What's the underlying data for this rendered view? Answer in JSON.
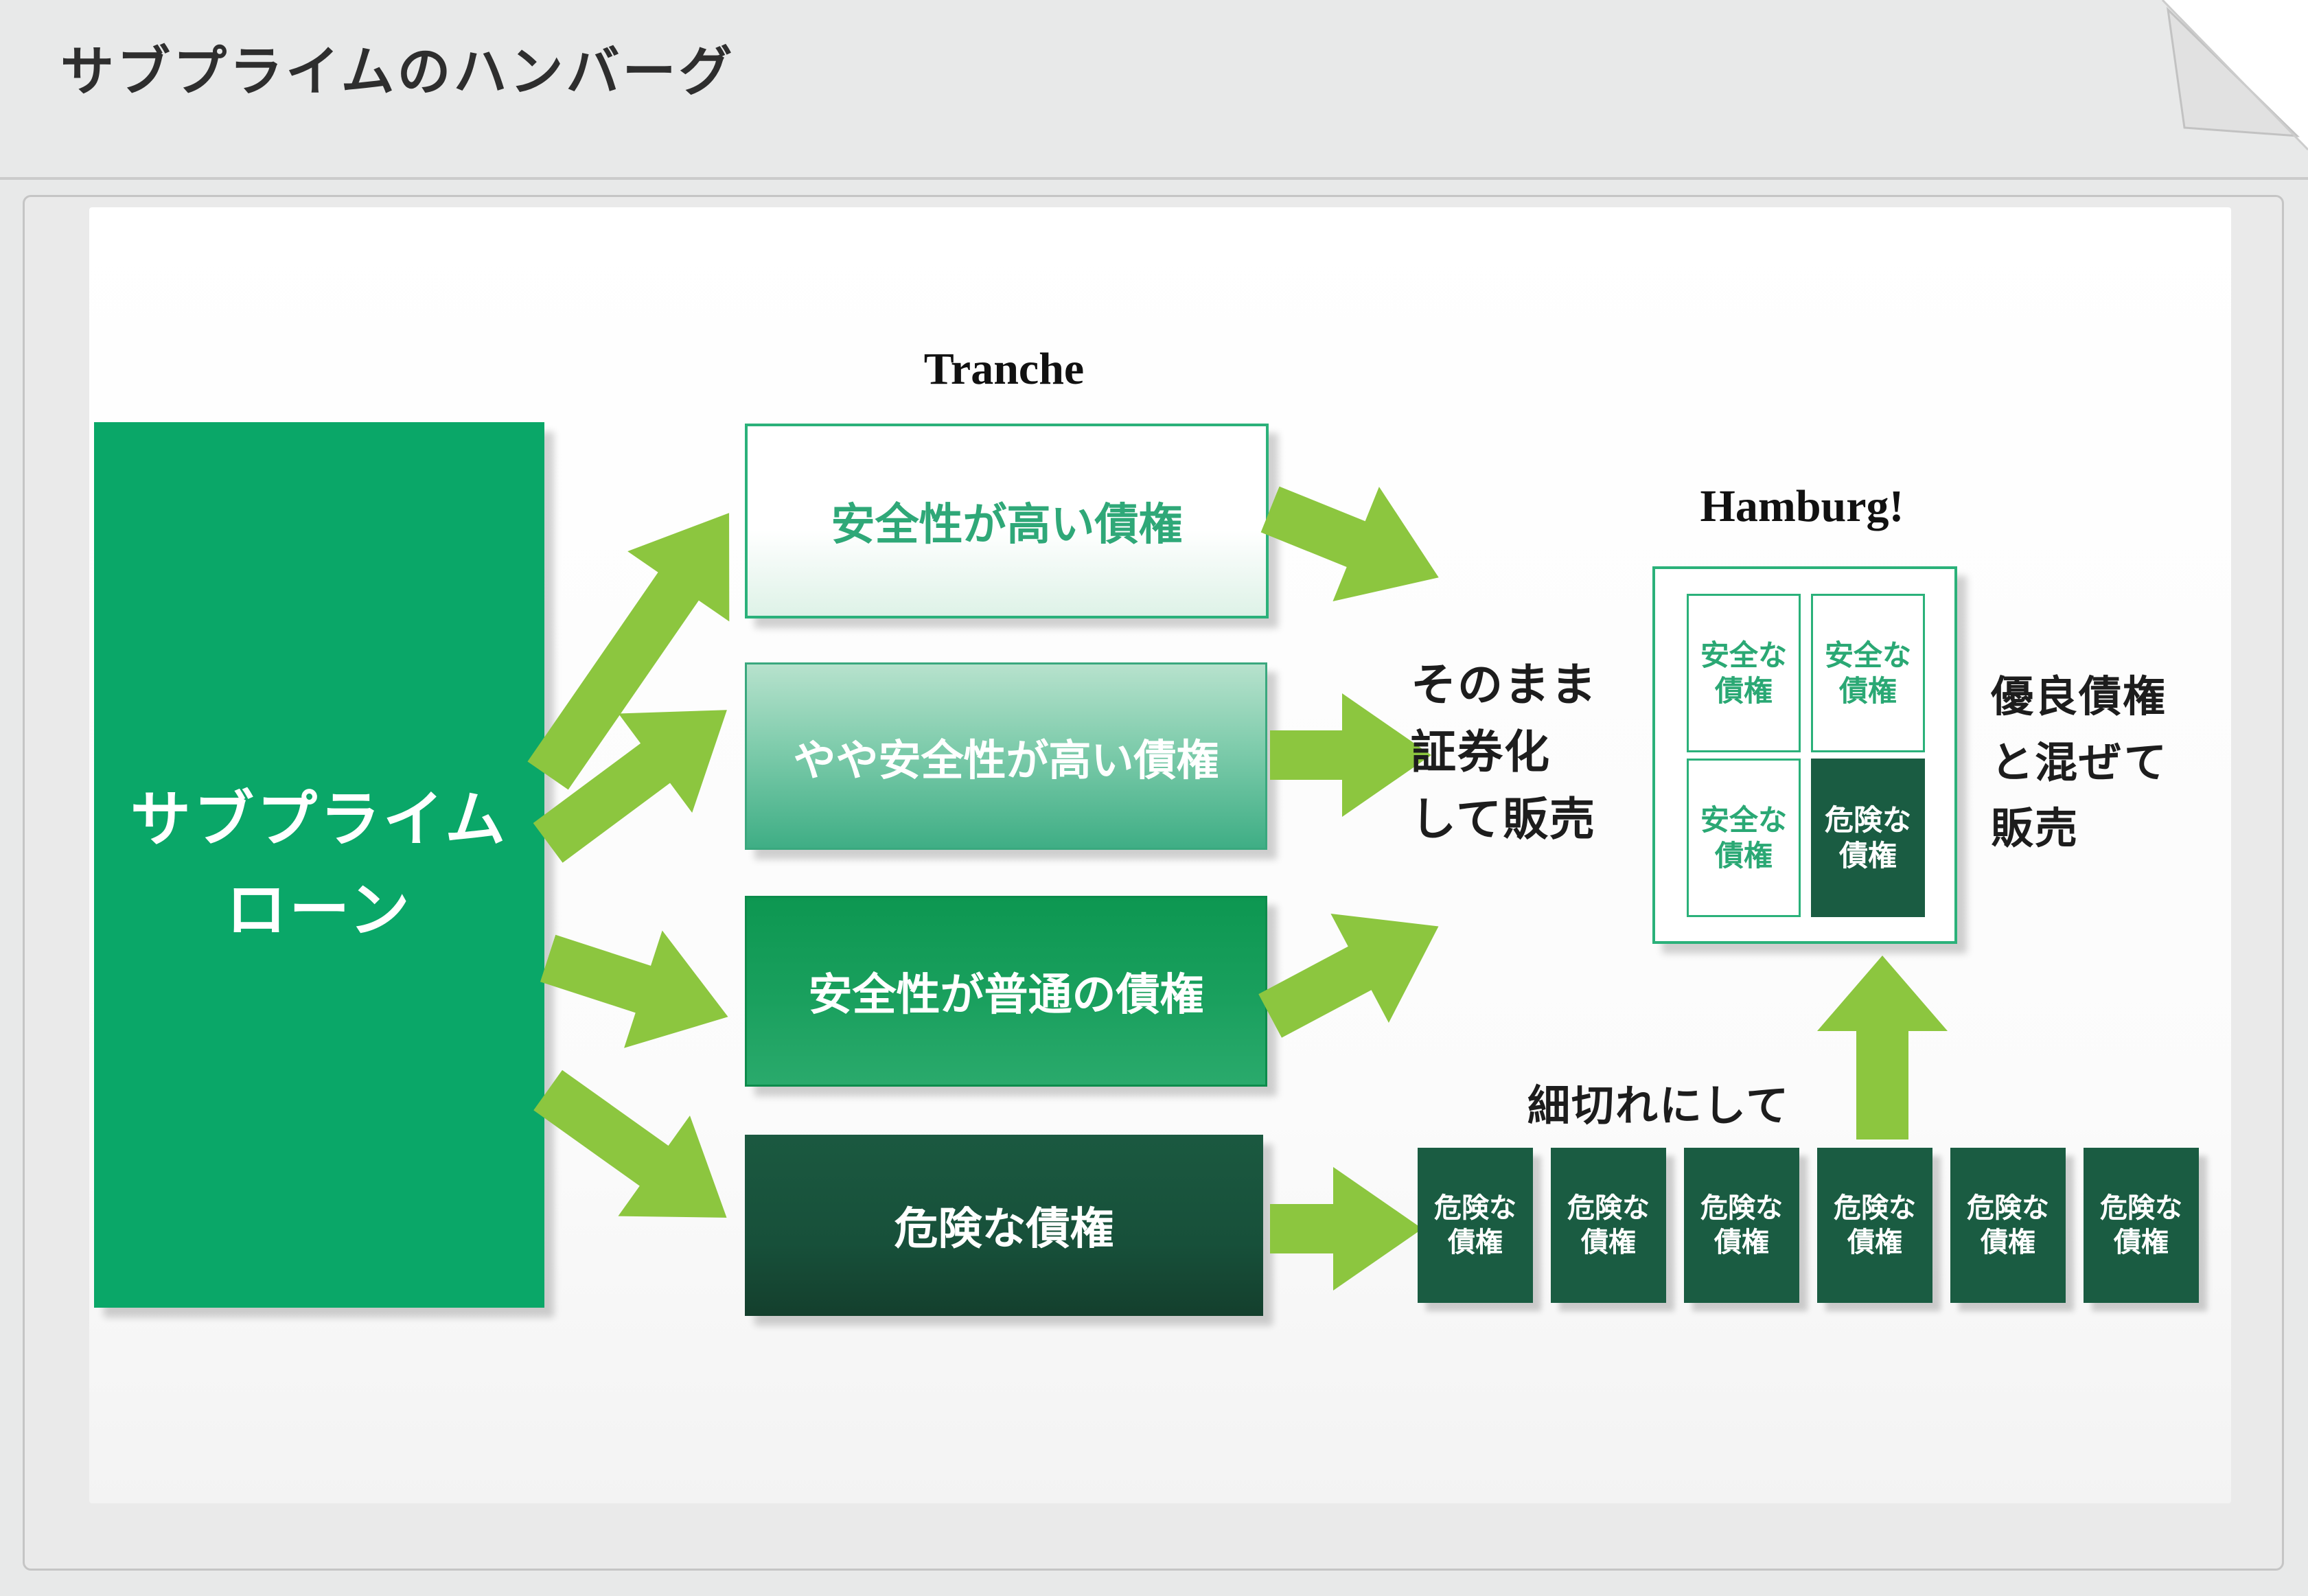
{
  "page": {
    "title": "サブプライムのハンバーグ"
  },
  "diagram": {
    "source_box": {
      "line1": "サブプライム",
      "line2": "ローン"
    },
    "tranche": {
      "heading": "Tranche",
      "boxes": [
        {
          "label": "安全性が高い債権",
          "risk_level": "high-safety"
        },
        {
          "label": "やや安全性が高い債権",
          "risk_level": "medium-high-safety"
        },
        {
          "label": "安全性が普通の債権",
          "risk_level": "normal-safety"
        },
        {
          "label": "危険な債権",
          "risk_level": "risky"
        }
      ]
    },
    "direct_sale_note": {
      "line1": "そのまま",
      "line2": "証券化",
      "line3": "して販売"
    },
    "hamburg": {
      "heading": "Hamburg!",
      "cells": [
        {
          "line1": "安全な",
          "line2": "債権",
          "type": "safe"
        },
        {
          "line1": "安全な",
          "line2": "債権",
          "type": "safe"
        },
        {
          "line1": "安全な",
          "line2": "債権",
          "type": "safe"
        },
        {
          "line1": "危険な",
          "line2": "債権",
          "type": "risky"
        }
      ]
    },
    "mix_sale_note": {
      "line1": "優良債権",
      "line2": "と混ぜて",
      "line3": "販売"
    },
    "chop_note": "細切れにして",
    "chopped_row": {
      "count": 6,
      "items": [
        {
          "line1": "危険な",
          "line2": "債権"
        },
        {
          "line1": "危険な",
          "line2": "債権"
        },
        {
          "line1": "危険な",
          "line2": "債権"
        },
        {
          "line1": "危険な",
          "line2": "債権"
        },
        {
          "line1": "危険な",
          "line2": "債権"
        },
        {
          "line1": "危険な",
          "line2": "債権"
        }
      ]
    }
  },
  "colors": {
    "brand_green": "#0aa768",
    "arrow_green": "#8cc63f",
    "emerald_border": "#2bb17a",
    "deep_green": "#17503a",
    "dark_cell_green": "#1a5c42",
    "page_gray": "#e8e9e9",
    "canvas_white": "#fcfcfc"
  }
}
